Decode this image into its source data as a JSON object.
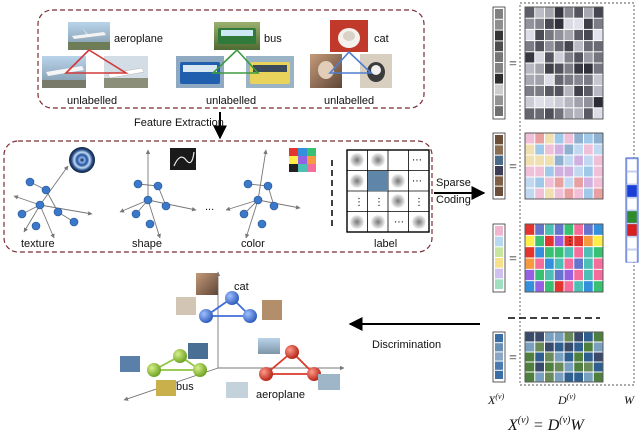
{
  "top_panel": {
    "classes": [
      {
        "name": "aeroplane",
        "caption": "unlabelled"
      },
      {
        "name": "bus",
        "caption": "unlabelled"
      },
      {
        "name": "cat",
        "caption": "unlabelled"
      }
    ]
  },
  "feature_extraction": {
    "label": "Feature Extraction",
    "features": [
      "texture",
      "shape",
      "color",
      "label"
    ],
    "ellipsis": "..."
  },
  "sparse_coding": {
    "line1": "Sparse",
    "line2": "Coding"
  },
  "discrimination": {
    "label": "Discrimination"
  },
  "embedding": {
    "classes": [
      {
        "name": "cat",
        "color": "#3f6fd6"
      },
      {
        "name": "bus",
        "color": "#8dc63f"
      },
      {
        "name": "aeroplane",
        "color": "#d93a2b"
      }
    ]
  },
  "symbols": {
    "X": "X",
    "D": "D",
    "W": "W",
    "sup": "(v)",
    "equals": "=",
    "formula_eq": " = "
  },
  "colors": {
    "dashed_border": "#7a2e35",
    "palette": [
      "#e3342f",
      "#f6993f",
      "#ffed4a",
      "#38c172",
      "#4dc0b5",
      "#3490dc",
      "#6574cd",
      "#9561e2",
      "#f66d9b",
      "#ffffff",
      "#888888",
      "#222222"
    ],
    "w_vector": [
      "#ffffff",
      "#ffffff",
      "#1a3fd6",
      "#ffffff",
      "#2e8b2e",
      "#d62020",
      "#ffffff",
      "#ffffff"
    ]
  }
}
